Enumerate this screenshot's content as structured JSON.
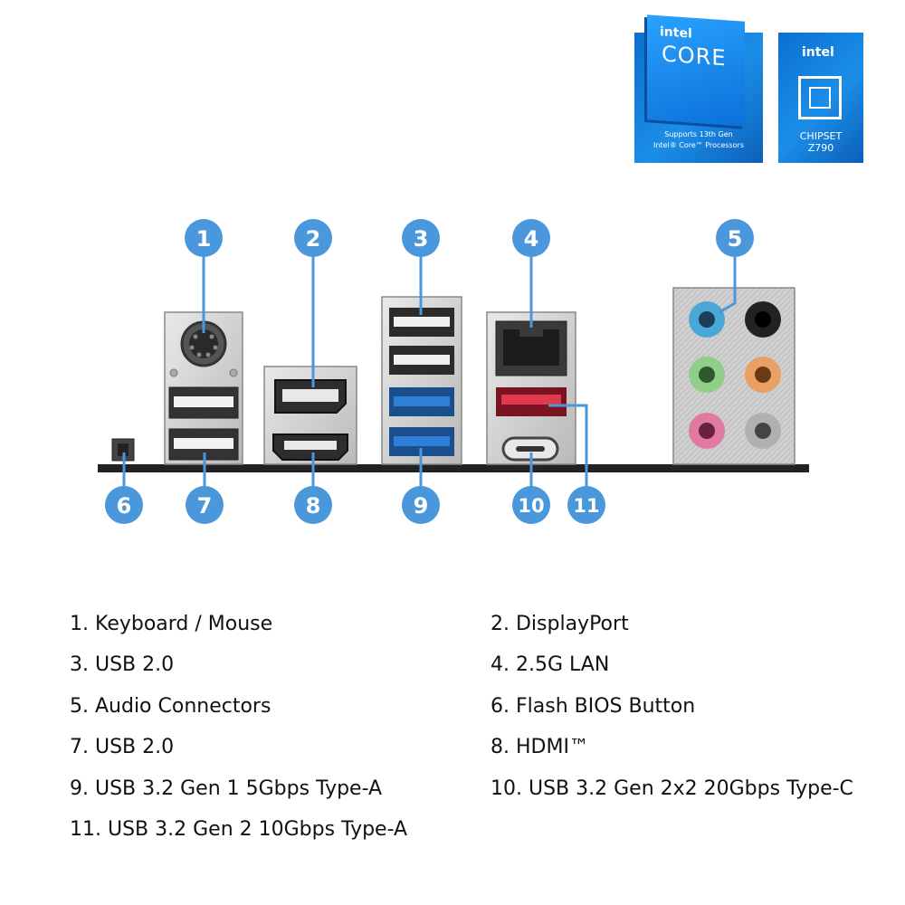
{
  "badges": {
    "core": {
      "brand": "intel",
      "product": "CORE",
      "line1": "Supports 13th Gen",
      "line2": "Intel® Core™ Processors",
      "color": "#1481df"
    },
    "chipset": {
      "brand": "intel",
      "line1": "CHIPSET",
      "line2": "Z790",
      "color": "#1481df"
    }
  },
  "callouts": [
    "1",
    "2",
    "3",
    "4",
    "5",
    "6",
    "7",
    "8",
    "9",
    "10",
    "11"
  ],
  "colors": {
    "callout": "#4a97db",
    "usb3": "#2f7fd8",
    "usb32g2": "#e03a4e",
    "audio_blue": "#4aa8d8",
    "audio_green": "#8fcf8a",
    "audio_orange": "#e8a064",
    "audio_pink": "#e07aa0",
    "audio_gray": "#b0b0b0",
    "audio_black": "#222222",
    "bracket": "#d5d5d5",
    "base": "#222222"
  },
  "legend": [
    "1. Keyboard / Mouse",
    "2. DisplayPort",
    "3. USB 2.0",
    "4. 2.5G LAN",
    "5. Audio Connectors",
    "6. Flash BIOS Button",
    "7. USB 2.0",
    "8. HDMI™",
    "9. USB 3.2 Gen 1 5Gbps Type-A",
    "10. USB 3.2 Gen 2x2 20Gbps Type-C",
    "11. USB 3.2 Gen 2 10Gbps Type-A"
  ]
}
